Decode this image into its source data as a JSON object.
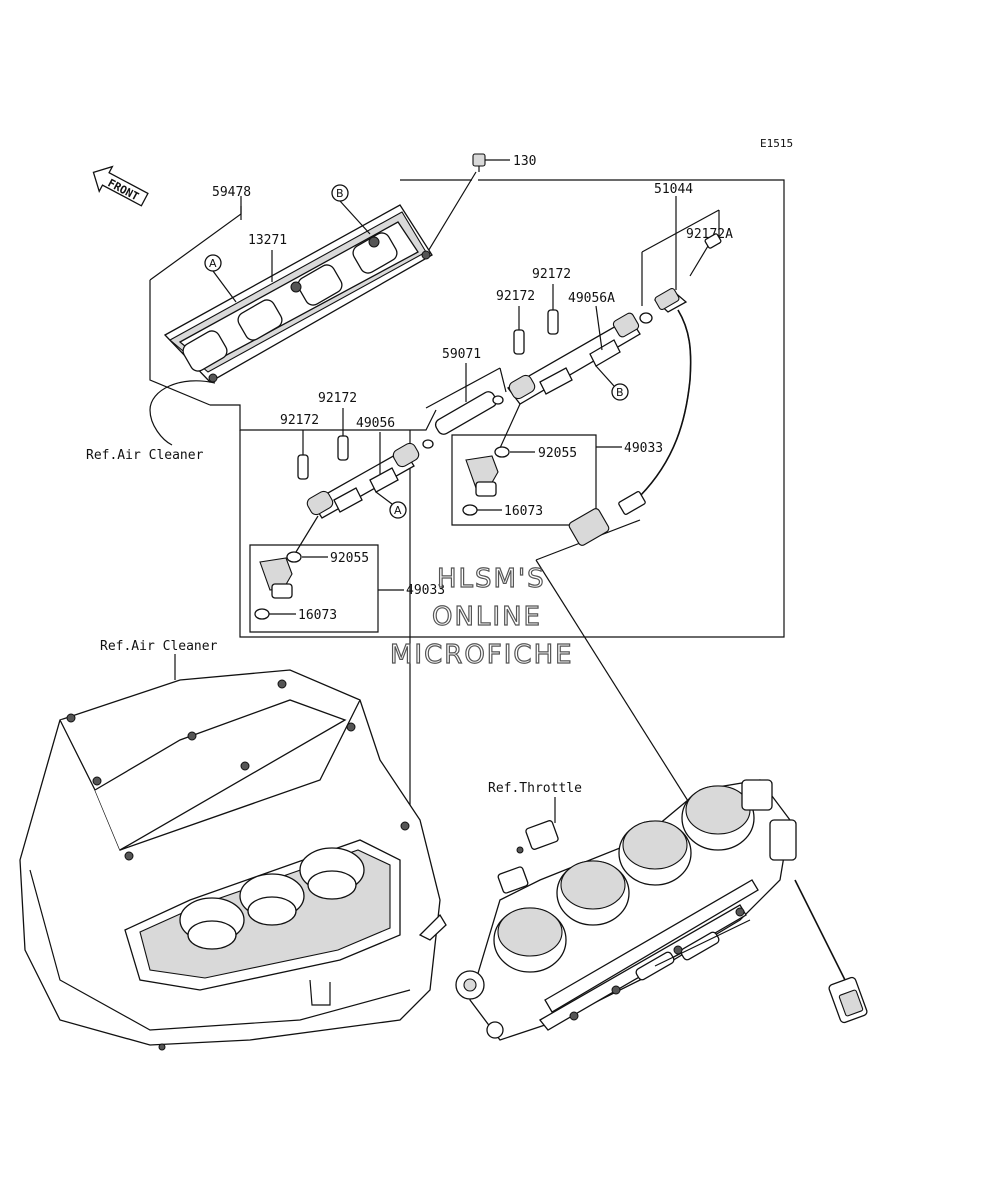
{
  "diagram_code": "E1515",
  "front_label": "FRONT",
  "watermark": [
    "HLSM'S",
    "ONLINE",
    "MICROFICHE"
  ],
  "references": {
    "air_cleaner_top": "Ref.Air Cleaner",
    "air_cleaner_bottom": "Ref.Air Cleaner",
    "throttle": "Ref.Throttle"
  },
  "parts": {
    "bolt_130": "130",
    "cover_59478": "59478",
    "gasket_13271": "13271",
    "hose_51044": "51044",
    "screw_92172A": "92172A",
    "screw_92172_a": "92172",
    "screw_92172_b": "92172",
    "screw_92172_c": "92172",
    "screw_92172_d": "92172",
    "pipe_49056A": "49056A",
    "pipe_49056": "49056",
    "joint_59071": "59071",
    "oring_92055_right": "92055",
    "oring_92055_left": "92055",
    "injector_49033_right": "49033",
    "injector_49033_left": "49033",
    "seal_16073_right": "16073",
    "seal_16073_left": "16073"
  },
  "callouts": {
    "a_cover": "A",
    "b_cover": "B",
    "a_pipe": "A",
    "b_pipe": "B"
  }
}
